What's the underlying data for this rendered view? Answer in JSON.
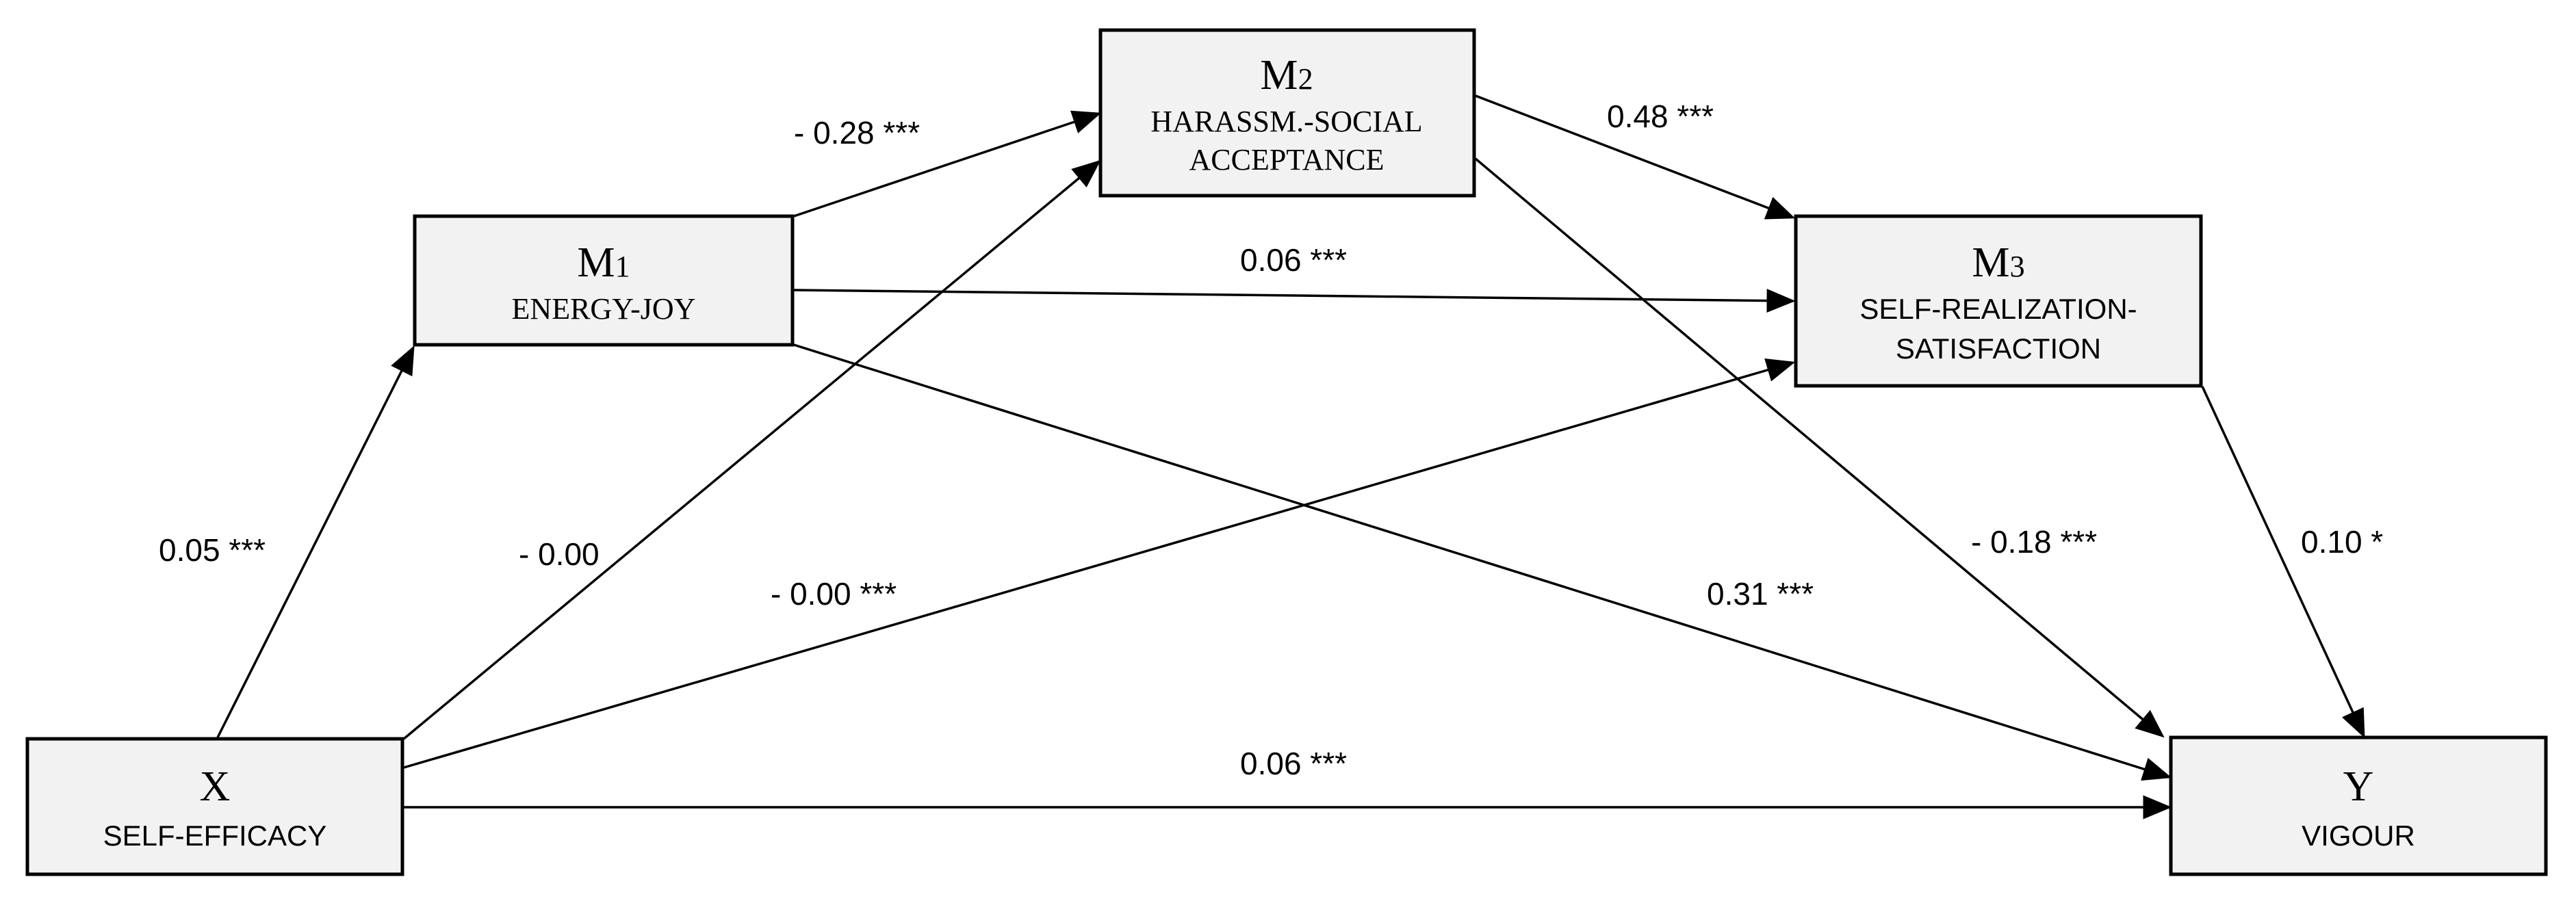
{
  "colors": {
    "box_fill": "#f2f2f2",
    "stroke": "#000000",
    "background": "#ffffff"
  },
  "nodes": {
    "x": {
      "code": "X",
      "name": "SELF-EFFICACY"
    },
    "m1": {
      "code_letter": "M",
      "code_num": "1",
      "name": "ENERGY-JOY"
    },
    "m2": {
      "code_letter": "M",
      "code_num": "2",
      "name_line1": "HARASSM.-SOCIAL",
      "name_line2": "ACCEPTANCE"
    },
    "m3": {
      "code_letter": "M",
      "code_num": "3",
      "name_line1": "SELF-REALIZATION-",
      "name_line2": "SATISFACTION"
    },
    "y": {
      "code": "Y",
      "name": "VIGOUR"
    }
  },
  "edges": {
    "x_m1": {
      "from": "X",
      "to": "M1",
      "label": "0.05 ***"
    },
    "m1_m2": {
      "from": "M1",
      "to": "M2",
      "label": "- 0.28 ***"
    },
    "m2_m3": {
      "from": "M2",
      "to": "M3",
      "label": "0.48 ***"
    },
    "m1_m3": {
      "from": "M1",
      "to": "M3",
      "label": "0.06 ***"
    },
    "x_m2": {
      "from": "X",
      "to": "M2",
      "label": "- 0.00"
    },
    "x_m3": {
      "from": "X",
      "to": "M3",
      "label": "- 0.00 ***"
    },
    "m1_y": {
      "from": "M1",
      "to": "Y",
      "label": "0.31 ***"
    },
    "m2_y": {
      "from": "M2",
      "to": "Y",
      "label": "- 0.18 ***"
    },
    "m3_y": {
      "from": "M3",
      "to": "Y",
      "label": "0.10 *"
    },
    "x_y": {
      "from": "X",
      "to": "Y",
      "label": "0.06 ***"
    }
  }
}
